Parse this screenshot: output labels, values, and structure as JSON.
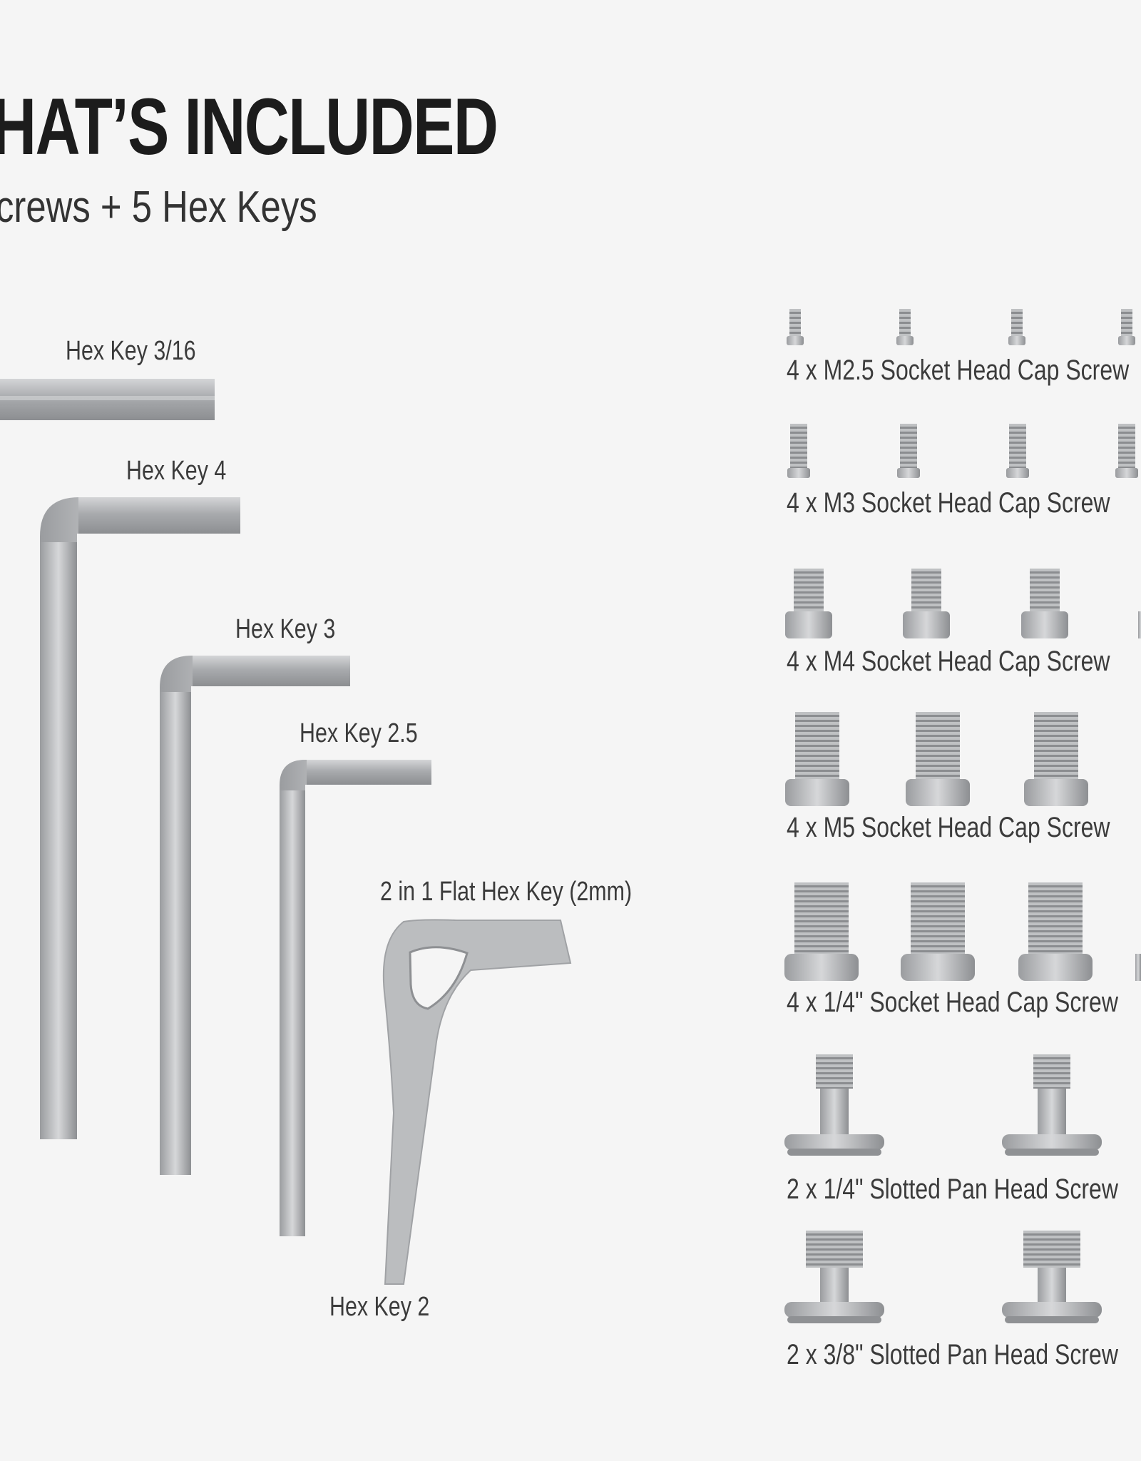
{
  "header": {
    "title": "HAT’S INCLUDED",
    "subtitle": "crews + 5 Hex Keys"
  },
  "hex_keys": [
    {
      "label": "Hex Key 3/16"
    },
    {
      "label": "Hex Key 4"
    },
    {
      "label": "Hex Key 3"
    },
    {
      "label": "Hex Key 2.5"
    },
    {
      "label": "2 in 1 Flat Hex Key (2mm)"
    },
    {
      "label": "Hex Key 2"
    }
  ],
  "screws": [
    {
      "label": "4 x M2.5 Socket Head Cap Screw"
    },
    {
      "label": "4 x M3 Socket Head Cap Screw"
    },
    {
      "label": "4 x M4 Socket Head Cap Screw"
    },
    {
      "label": "4 x M5 Socket Head Cap Screw"
    },
    {
      "label": "4 x 1/4\" Socket Head Cap Screw"
    },
    {
      "label": "2 x 1/4\" Slotted Pan Head Screw"
    },
    {
      "label": "2 x 3/8\" Slotted Pan Head Screw"
    }
  ],
  "colors": {
    "background": "#f5f5f5",
    "metal": "#b9bbbe",
    "metal_dark": "#8f9194",
    "text": "#1c1c1c"
  }
}
